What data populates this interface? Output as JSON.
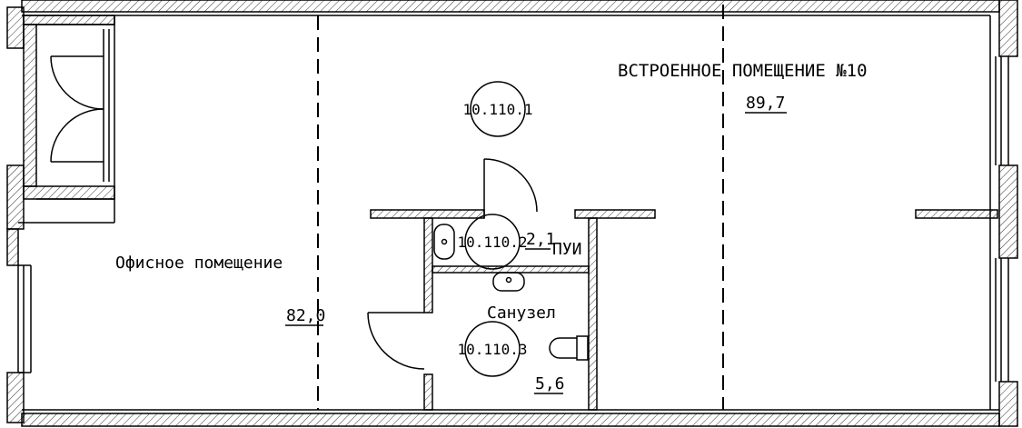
{
  "title": "ВСТРОЕННОЕ ПОМЕЩЕНИЕ №10",
  "rooms": [
    {
      "name": "",
      "tag": "10.110.1",
      "area": "89,7"
    },
    {
      "name": "ПУИ",
      "tag": "10.110.2",
      "area": "2,1"
    },
    {
      "name": "Санузел",
      "tag": "10.110.3",
      "area": "5,6"
    },
    {
      "name": "Офисное помещение",
      "tag": "",
      "area": "82,0"
    }
  ],
  "colors": {
    "line": "#000000",
    "hatch": "#000000",
    "background": "#ffffff"
  }
}
